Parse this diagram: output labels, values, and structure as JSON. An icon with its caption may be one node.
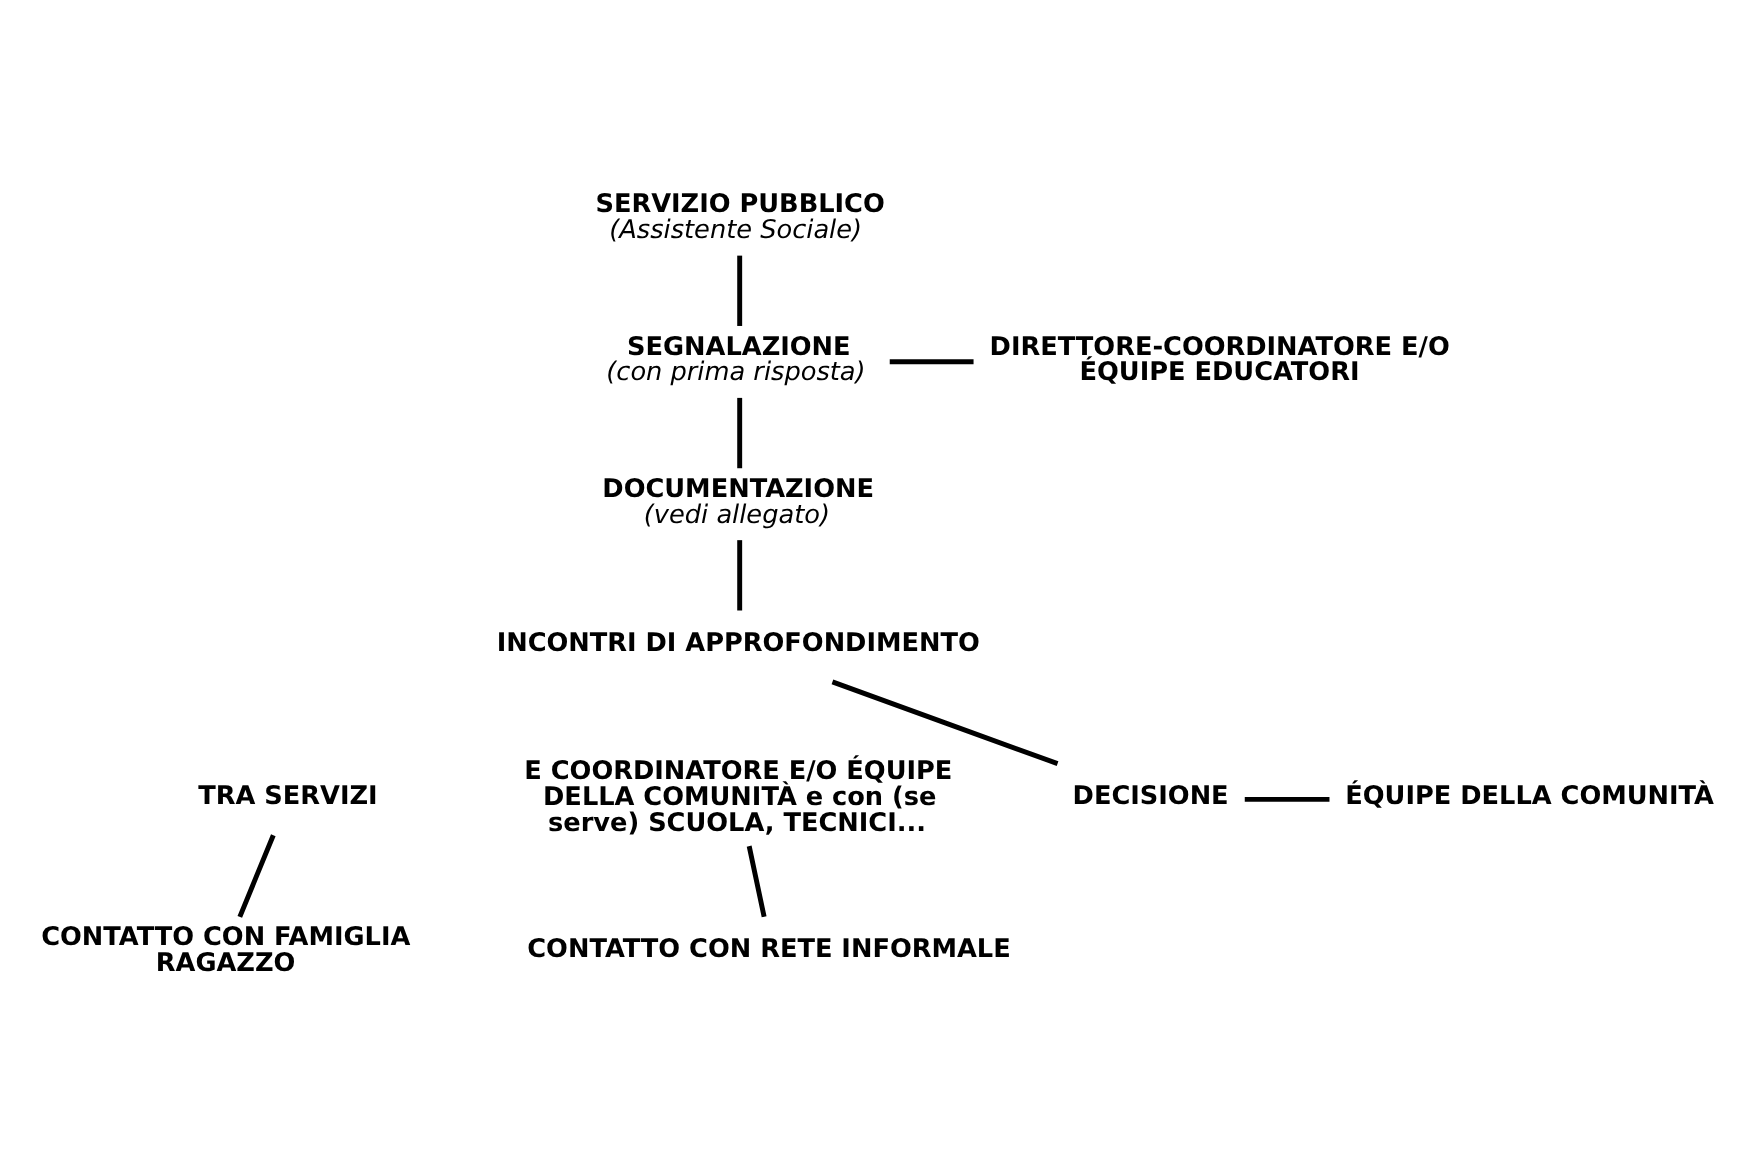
{
  "diagram": {
    "nodes": [
      {
        "text": [
          "SERVIZIO PUBBLICO",
          "(Assistente Sociale)"
        ]
      },
      {
        "text": [
          "SEGNALAZIONE",
          "(con prima risposta)"
        ]
      },
      {
        "text": [
          "DIRETTORE-COORDINATORE E/O ÉQUIPE EDUCATORI"
        ]
      },
      {
        "text": [
          "DOCUMENTAZIONE",
          "(vedi allegato)"
        ]
      },
      {
        "text": [
          "INCONTRI DI APPROFONDIMENTO"
        ]
      },
      {
        "text": [
          "TRA SERVIZI"
        ]
      },
      {
        "text": [
          "E COORDINATORE E/O ÉQUIPE DELLA COMUNITÀ e con (se serve) SCUOLA, TECNICI..."
        ]
      },
      {
        "text": [
          "CONTATTO CON FAMIGLIA RAGAZZO"
        ]
      },
      {
        "text": [
          "CONTATTO CON RETE INFORMALE"
        ]
      },
      {
        "text": [
          "DECISIONE"
        ]
      },
      {
        "text": [
          "ÉQUIPE DELLA COMUNITÀ"
        ]
      }
    ],
    "edges": [
      {
        "from": 0,
        "to": 1,
        "arrow": "none"
      },
      {
        "from": 1,
        "to": 2,
        "arrow": "none"
      },
      {
        "from": 1,
        "to": 3,
        "arrow": "none"
      },
      {
        "from": 3,
        "to": 4,
        "arrow": "none"
      },
      {
        "from": 5,
        "to": 7,
        "arrow": "none"
      },
      {
        "from": 6,
        "to": 8,
        "arrow": "none"
      },
      {
        "from": 4,
        "to": 9,
        "arrow": "none"
      },
      {
        "from": 9,
        "to": 10,
        "arrow": "none"
      }
    ]
  }
}
